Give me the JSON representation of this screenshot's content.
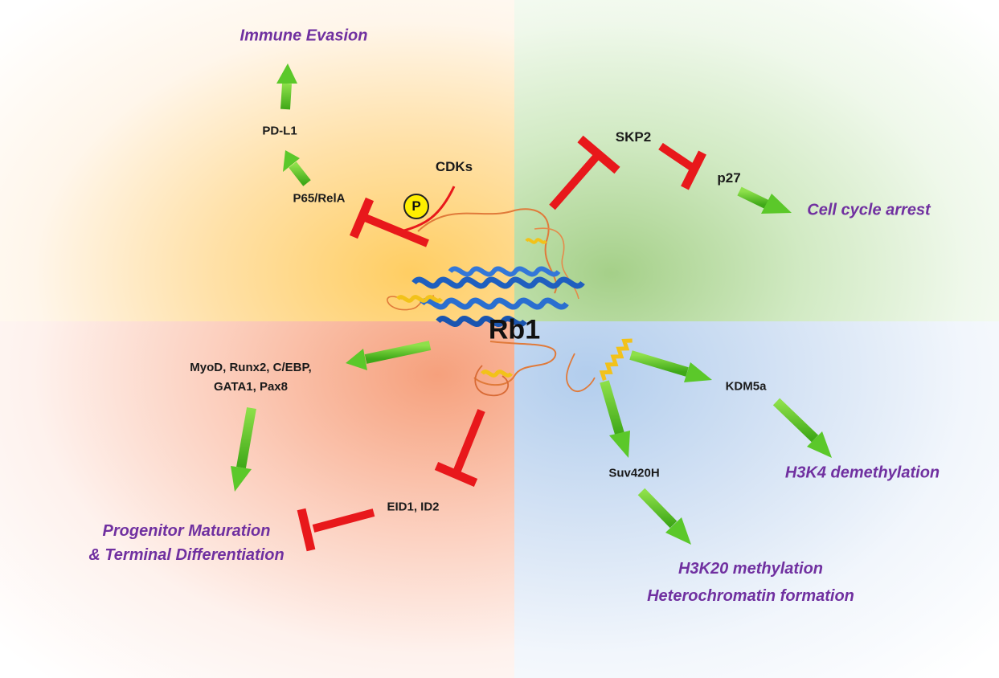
{
  "center": {
    "label": "Rb1"
  },
  "phospho_badge": "P",
  "nodes": {
    "cdks": "CDKs",
    "p65": "P65/RelA",
    "pdl1": "PD-L1",
    "skp2": "SKP2",
    "p27": "p27",
    "tf_line1": "MyoD, Runx2, C/EBP,",
    "tf_line2": "GATA1, Pax8",
    "eid1": "EID1, ID2",
    "kdm5a": "KDM5a",
    "suv420h": "Suv420H"
  },
  "outcomes": {
    "immune_evasion": "Immune Evasion",
    "cell_cycle_arrest": "Cell cycle arrest",
    "progenitor_line1": "Progenitor Maturation",
    "progenitor_line2": "& Terminal Differentiation",
    "h3k4": "H3K4 demethylation",
    "h3k20_line1": "H3K20 methylation",
    "h3k20_line2": "Heterochromatin formation"
  },
  "colors": {
    "activation_arrow": "#5bc82a",
    "inhibition": "#e8181b",
    "outcome_text": "#7030a0",
    "protein_blue": "#1f5fbf",
    "protein_orange": "#e07a3a",
    "protein_yellow": "#f2c21a",
    "badge": "#ffee00"
  },
  "icons": {
    "activation": "green-arrow",
    "inhibition": "red-t-bar",
    "protein": "protein-ribbon-structure"
  }
}
